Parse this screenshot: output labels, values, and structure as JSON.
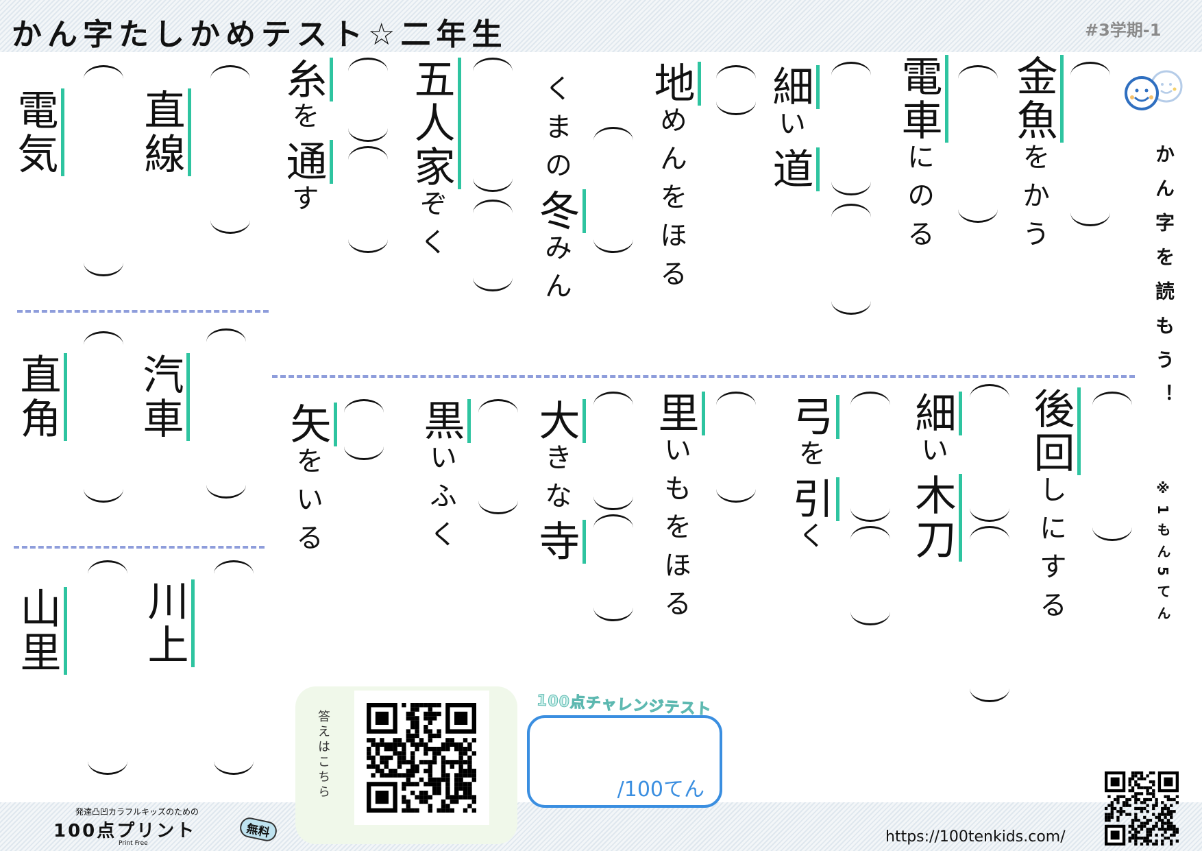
{
  "header": {
    "title": "かん字たしかめテスト☆二年生",
    "term": "#3学期-1"
  },
  "instructions": {
    "title": "かん字を読もう！",
    "note": "※1もん5てん"
  },
  "questions": [
    [
      {
        "t": "金魚",
        "u": true
      },
      {
        "t": "をかう",
        "u": false
      }
    ],
    [
      {
        "t": "電車",
        "u": true
      },
      {
        "t": "にのる",
        "u": false
      }
    ],
    [
      {
        "t": "細",
        "u": true
      },
      {
        "t": "い",
        "u": false
      },
      {
        "t": "道",
        "u": true
      }
    ],
    [
      {
        "t": "地",
        "u": true
      },
      {
        "t": "めんをほる",
        "u": false
      }
    ],
    [
      {
        "t": "くまの",
        "u": false
      },
      {
        "t": "冬",
        "u": true
      },
      {
        "t": "みん",
        "u": false
      }
    ],
    [
      {
        "t": "五人",
        "u": true
      },
      {
        "t": "家",
        "u": true
      },
      {
        "t": "ぞく",
        "u": false
      }
    ],
    [
      {
        "t": "糸",
        "u": true
      },
      {
        "t": "を",
        "u": false
      },
      {
        "t": "通",
        "u": true
      },
      {
        "t": "す",
        "u": false
      }
    ],
    [
      {
        "t": "直線",
        "u": true
      }
    ],
    [
      {
        "t": "電気",
        "u": true
      }
    ],
    [
      {
        "t": "後回",
        "u": true
      },
      {
        "t": "しにする",
        "u": false
      }
    ],
    [
      {
        "t": "細",
        "u": true
      },
      {
        "t": "い",
        "u": false
      },
      {
        "t": "木刀",
        "u": true
      }
    ],
    [
      {
        "t": "弓",
        "u": true
      },
      {
        "t": "を",
        "u": false
      },
      {
        "t": "引",
        "u": true
      },
      {
        "t": "く",
        "u": false
      }
    ],
    [
      {
        "t": "里",
        "u": true
      },
      {
        "t": "いもをほる",
        "u": false
      }
    ],
    [
      {
        "t": "大",
        "u": true
      },
      {
        "t": "きな",
        "u": false
      },
      {
        "t": "寺",
        "u": true
      }
    ],
    [
      {
        "t": "黒",
        "u": true
      },
      {
        "t": "いふく",
        "u": false
      }
    ],
    [
      {
        "t": "矢",
        "u": true
      },
      {
        "t": "をいる",
        "u": false
      }
    ],
    [
      {
        "t": "汽車",
        "u": true
      }
    ],
    [
      {
        "t": "直角",
        "u": true
      }
    ],
    [
      {
        "t": "川上",
        "u": true
      }
    ],
    [
      {
        "t": "山里",
        "u": true
      }
    ]
  ],
  "answers": {
    "label": "答えはこちら"
  },
  "score": {
    "heading": "100点チャレンジテスト",
    "total": "/100てん"
  },
  "footer": {
    "url": "https://100tenkids.com/",
    "logo_sub": "発達凸凹カラフルキッズのための",
    "logo_main": "100点プリント",
    "logo_free": "無料",
    "logo_en": "Print Free"
  },
  "colors": {
    "underline": "#2ec4a0",
    "divider": "#8e9ddb",
    "score_border": "#3a8ee0"
  }
}
